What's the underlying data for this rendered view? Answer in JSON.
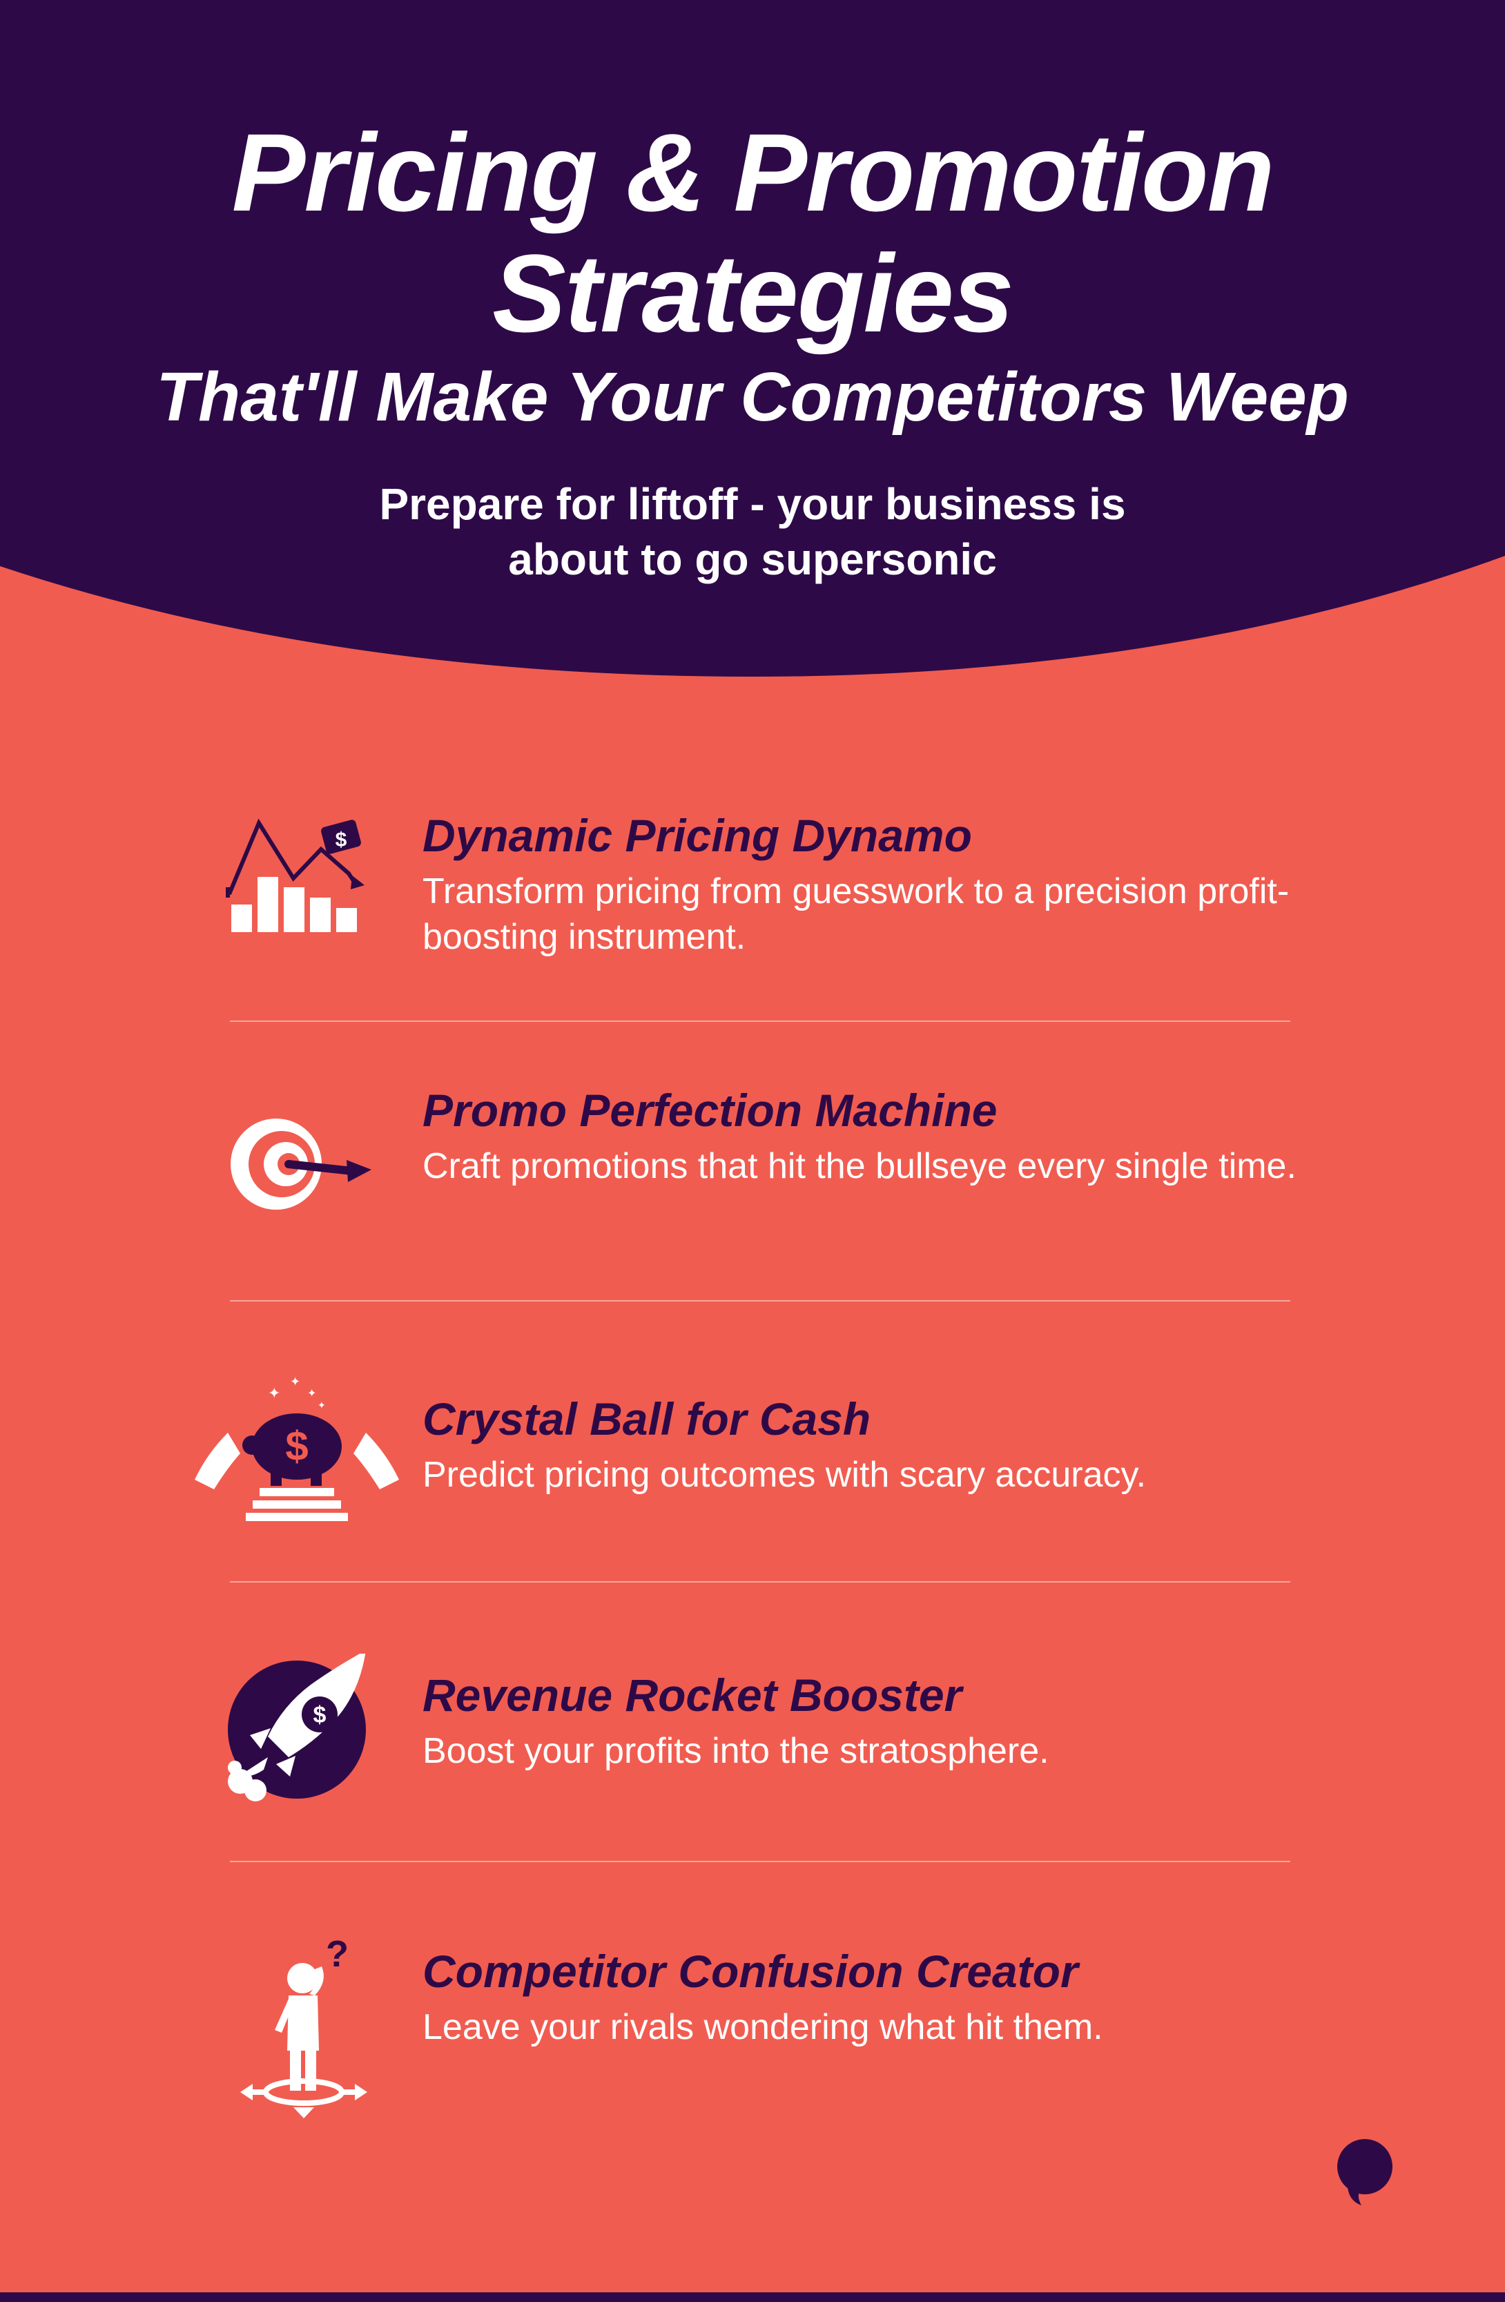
{
  "header": {
    "title_line1": "Pricing & Promotion",
    "title_line2": "Strategies",
    "subtitle": "That'll Make Your Competitors Weep",
    "tagline": "Prepare for liftoff - your business is about to go supersonic"
  },
  "items": [
    {
      "icon": "dynamic-pricing-chart-icon",
      "title": "Dynamic Pricing Dynamo",
      "description": "Transform pricing from guesswork to a precision profit-boosting instrument."
    },
    {
      "icon": "bullseye-target-icon",
      "title": "Promo Perfection Machine",
      "description": "Craft promotions that hit the bullseye every single time."
    },
    {
      "icon": "piggy-bank-crystal-ball-icon",
      "title": "Crystal Ball for Cash",
      "description": "Predict pricing outcomes with scary accuracy."
    },
    {
      "icon": "revenue-rocket-icon",
      "title": "Revenue Rocket Booster",
      "description": "Boost your profits into the stratosphere."
    },
    {
      "icon": "confused-person-icon",
      "title": "Competitor Confusion Creator",
      "description": "Leave your rivals wondering what hit them."
    }
  ],
  "colors": {
    "background": "#f15c50",
    "header": "#2d0a47",
    "title_text": "#2d0a47",
    "body_text": "#ffffff"
  },
  "logo_icon": "speech-bubble-logo-icon"
}
